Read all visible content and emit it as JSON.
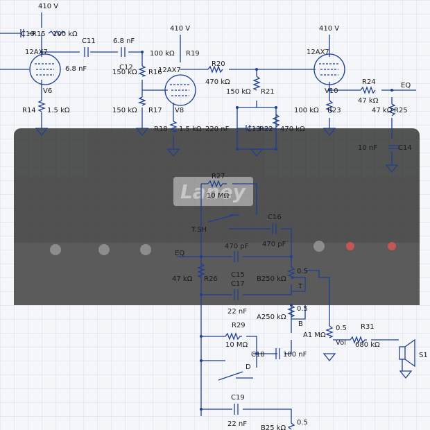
{
  "supplies": {
    "b1": "410 V",
    "b2": "410 V",
    "b3": "410 V"
  },
  "tubes": {
    "v6": "12AX7",
    "v8": "12AX7",
    "v10": "12AX7",
    "v6_label": "V6",
    "v8_label": "V8",
    "v10_label": "V10"
  },
  "parts": {
    "c10": "C10",
    "r15": "R15",
    "r15_val": "100 kΩ",
    "c11": "C11",
    "c11_val": "6.8 nF",
    "c12": "C12",
    "c12_val": "6.8 nF",
    "r19": "R19",
    "r19_val": "100 kΩ",
    "r16": "R16",
    "r16_val": "150 kΩ",
    "r20": "R20",
    "r20_val": "470 kΩ",
    "r21": "R21",
    "r21_val": "150 kΩ",
    "r14": "R14",
    "r14_val": "1.5 kΩ",
    "r17": "R17",
    "r17_val": "150 kΩ",
    "r18": "R18",
    "r18_val": "1.5 kΩ",
    "c13": "C13",
    "c13_val": "220 nF",
    "r22": "R22",
    "r22_val": "470 kΩ",
    "r23": "R23",
    "r23_val": "100 kΩ",
    "r24": "R24",
    "r24_val": "47 kΩ",
    "r25": "R25",
    "r25_val": "47 kΩ",
    "c14": "C14",
    "c14_val": "10 nF",
    "r27": "R27",
    "r27_val": "10 MΩ",
    "tsh": "T.SH",
    "c16": "C16",
    "c16_val": "470 pF",
    "c15": "C15",
    "c15_val": "470 pF",
    "r26": "R26",
    "r26_val": "47 kΩ",
    "c17": "C17",
    "c17_val": "22 nF",
    "b250": "B250 kΩ",
    "t": "T",
    "pot1_val": "0.5",
    "a250": "A250 kΩ",
    "b": "B",
    "pot2_val": "0.5",
    "r29": "R29",
    "r29_val": "10 MΩ",
    "c18": "C18",
    "c18_val": "100 nF",
    "d": "D",
    "vol_a": "A1 MΩ",
    "vol": "Vol",
    "vol_val": "0.5",
    "r31": "R31",
    "r31_val": "680 kΩ",
    "s1": "S1",
    "c19": "C19",
    "c19_val": "22 nF",
    "b25": "B25 kΩ",
    "pot3_val": "0.5"
  },
  "nets": {
    "eq_out": "EQ",
    "eq_in": "EQ"
  },
  "colors": {
    "wire": "#1f3f8f",
    "grid": "#d7dcea",
    "photo": "#2b2b2b"
  }
}
